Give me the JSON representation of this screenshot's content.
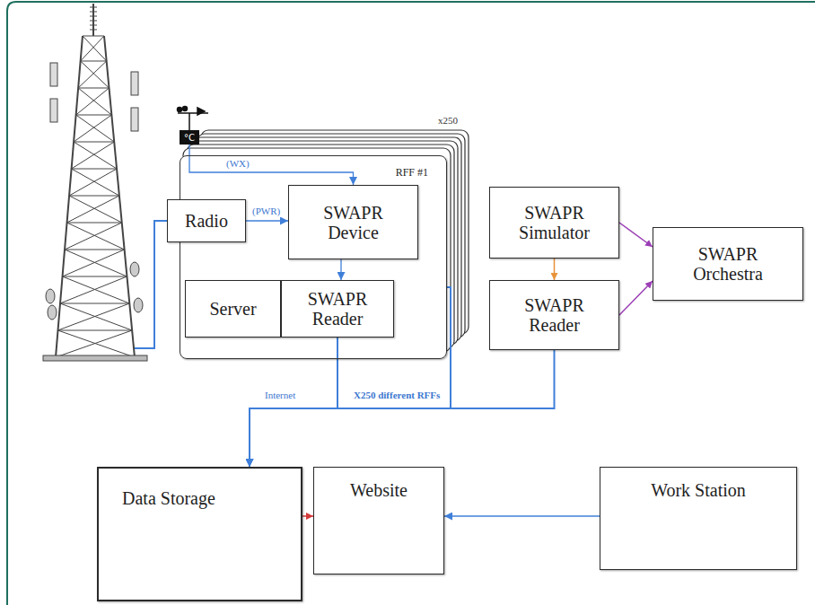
{
  "diagram": {
    "nodes": [
      {
        "text": [
          "°C"
        ]
      },
      {
        "text": [
          "RFF #1"
        ]
      },
      {
        "text": [
          "Radio"
        ]
      },
      {
        "text": [
          "SWAPR Device"
        ],
        "in": 1
      },
      {
        "text": [
          "Server"
        ],
        "in": 1
      },
      {
        "text": [
          "SWAPR Reader"
        ],
        "in": 1
      },
      {
        "text": [
          "SWAPR Simulator"
        ]
      },
      {
        "text": [
          "SWAPR Reader"
        ]
      },
      {
        "text": [
          "SWAPR Orchestra"
        ]
      },
      {
        "text": [
          "Data Storage"
        ]
      },
      {
        "text": [
          "Website"
        ]
      },
      {
        "text": [
          "Work Station"
        ]
      }
    ],
    "edges": [
      {
        "from": 0,
        "to": 3,
        "arrow": "to",
        "label": "(WX)"
      },
      {
        "from": 2,
        "to": 3,
        "arrow": "to",
        "label": "(PWR)"
      },
      {
        "from": 3,
        "to": 5,
        "arrow": "to"
      },
      {
        "from": 5,
        "to": 9,
        "arrow": "to",
        "label": "Internet"
      },
      {
        "from": 1,
        "to": 9,
        "arrow": "to",
        "label": "X250 different RFFs"
      },
      {
        "from": 6,
        "to": 7,
        "arrow": "to"
      },
      {
        "from": 7,
        "to": 9,
        "arrow": "to"
      },
      {
        "from": 6,
        "to": 8,
        "arrow": "to"
      },
      {
        "from": 7,
        "to": 8,
        "arrow": "to"
      },
      {
        "from": 9,
        "to": 10,
        "arrow": "to"
      },
      {
        "from": 11,
        "to": 10,
        "arrow": "to"
      }
    ],
    "labels": [
      "x250"
    ]
  }
}
